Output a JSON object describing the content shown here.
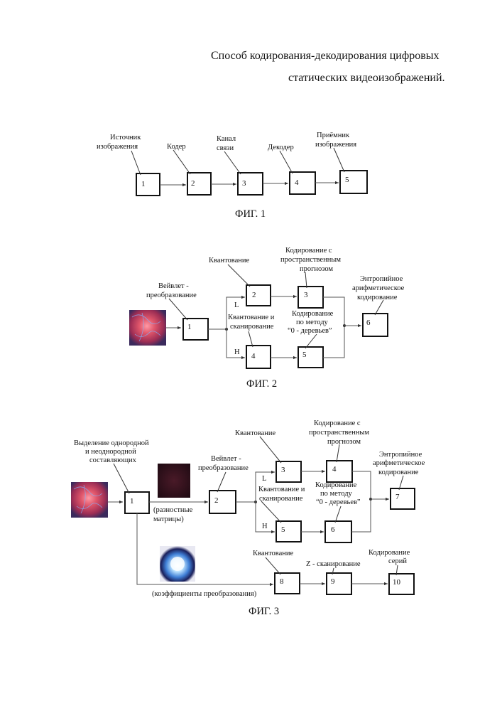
{
  "title": {
    "line1": "Способ кодирования-декодирования цифровых",
    "line2": "статических видеоизображений."
  },
  "fig1": {
    "caption": "ФИГ. 1",
    "boxes": [
      "1",
      "2",
      "3",
      "4",
      "5"
    ],
    "labels": {
      "source_1": "Источник",
      "source_2": "изображения",
      "coder": "Кодер",
      "channel_1": "Канал",
      "channel_2": "связи",
      "decoder": "Декодер",
      "receiver_1": "Приёмник",
      "receiver_2": "изображения"
    }
  },
  "fig2": {
    "caption": "ФИГ. 2",
    "boxes": [
      "1",
      "2",
      "3",
      "4",
      "5",
      "6"
    ],
    "labels": {
      "wavelet_1": "Вейвлет -",
      "wavelet_2": "преобразование",
      "quant": "Квантование",
      "spatial_1": "Кодирование с",
      "spatial_2": "пространственным",
      "spatial_3": "прогнозом",
      "entropy_1": "Энтропийное",
      "entropy_2": "арифметическое",
      "entropy_3": "кодирование",
      "qscan_1": "Квантование и",
      "qscan_2": "сканирование",
      "tree_1": "Кодирование",
      "tree_2": "по методу",
      "tree_3": "“0 - деревьев”",
      "L": "L",
      "H": "H"
    }
  },
  "fig3": {
    "caption": "ФИГ. 3",
    "boxes": [
      "1",
      "2",
      "3",
      "4",
      "5",
      "6",
      "7",
      "8",
      "9",
      "10"
    ],
    "labels": {
      "select_1": "Выделение однородной",
      "select_2": "и неоднородной",
      "select_3": "составляющих",
      "wavelet_1": "Вейвлет -",
      "wavelet_2": "преобразование",
      "diff_1": "(разностные",
      "diff_2": "матрицы)",
      "quant": "Квантование",
      "spatial_1": "Кодирование с",
      "spatial_2": "пространственным",
      "spatial_3": "прогнозом",
      "entropy_1": "Энтропийное",
      "entropy_2": "арифметическое",
      "entropy_3": "кодирование",
      "qscan_1": "Квантование и",
      "qscan_2": "сканирование",
      "tree_1": "Кодирование",
      "tree_2": "по методу",
      "tree_3": "“0 - деревьев”",
      "L": "L",
      "H": "H",
      "quant2": "Квантование",
      "zscan": "Z - сканирование",
      "runs_1": "Кодирование",
      "runs_2": "серий",
      "coef": "(коэффициенты преобразования)"
    }
  }
}
